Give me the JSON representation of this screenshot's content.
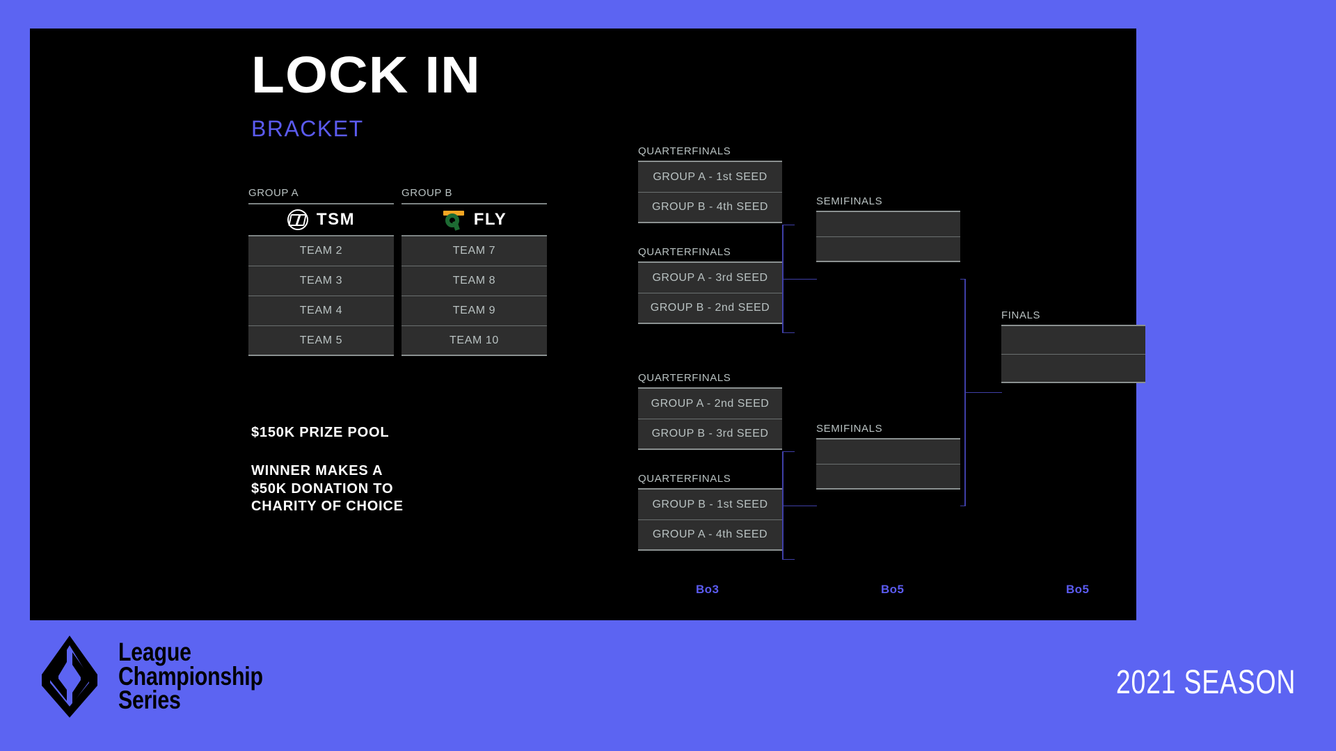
{
  "page": {
    "background_color": "#5C64F2",
    "panel_color": "#000000",
    "accent_color": "#5B5BF0"
  },
  "header": {
    "title": "LOCK IN",
    "subtitle": "BRACKET"
  },
  "groups": [
    {
      "label": "GROUP A",
      "logo_icon": "tsm-logo-icon",
      "top_team": "TSM",
      "teams": [
        "TEAM 2",
        "TEAM 3",
        "TEAM 4",
        "TEAM 5"
      ]
    },
    {
      "label": "GROUP B",
      "logo_icon": "flyquest-logo-icon",
      "top_team": "FLY",
      "teams": [
        "TEAM 7",
        "TEAM 8",
        "TEAM 9",
        "TEAM 10"
      ]
    }
  ],
  "info": {
    "prize_pool": "$150K PRIZE POOL",
    "donation_line1": "WINNER MAKES A",
    "donation_line2": "$50K DONATION TO",
    "donation_line3": "CHARITY OF CHOICE"
  },
  "bracket": {
    "quarterfinals": [
      {
        "round_label": "QUARTERFINALS",
        "slots": [
          "GROUP A - 1st SEED",
          "GROUP B - 4th SEED"
        ]
      },
      {
        "round_label": "QUARTERFINALS",
        "slots": [
          "GROUP A - 3rd SEED",
          "GROUP B - 2nd SEED"
        ]
      },
      {
        "round_label": "QUARTERFINALS",
        "slots": [
          "GROUP A - 2nd SEED",
          "GROUP B - 3rd SEED"
        ]
      },
      {
        "round_label": "QUARTERFINALS",
        "slots": [
          "GROUP B - 1st SEED",
          "GROUP A - 4th SEED"
        ]
      }
    ],
    "semifinals": [
      {
        "round_label": "SEMIFINALS",
        "slots": [
          "",
          ""
        ]
      },
      {
        "round_label": "SEMIFINALS",
        "slots": [
          "",
          ""
        ]
      }
    ],
    "finals": {
      "round_label": "FINALS",
      "slots": [
        "",
        ""
      ]
    },
    "format_labels": [
      {
        "text": "Bo3"
      },
      {
        "text": "Bo5"
      },
      {
        "text": "Bo5"
      }
    ]
  },
  "footer": {
    "logo_icon": "lcs-logo-icon",
    "wordmark_line1": "League",
    "wordmark_line2": "Championship",
    "wordmark_line3": "Series",
    "season": "2021 SEASON"
  }
}
